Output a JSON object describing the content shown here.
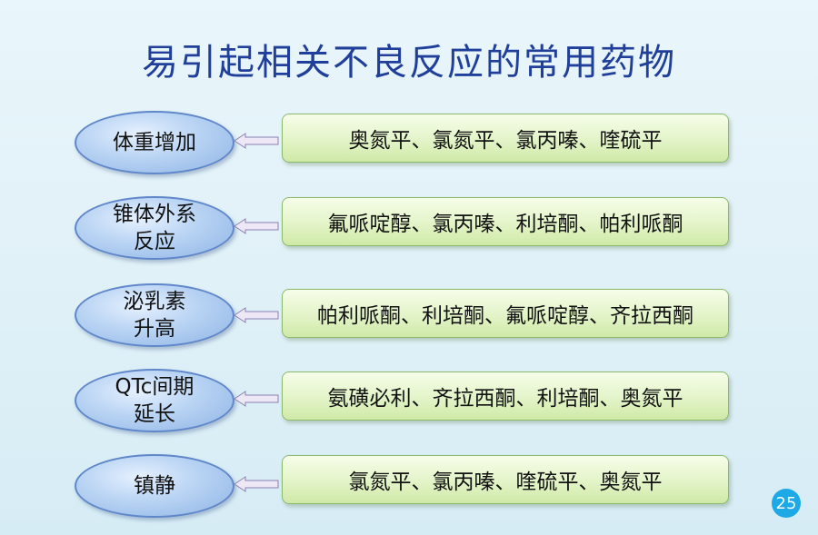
{
  "title": "易引起相关不良反应的常用药物",
  "rows": [
    {
      "effect": "体重增加",
      "drugs": "奥氮平、氯氮平、氯丙嗪、喹硫平"
    },
    {
      "effect_line1": "锥体外系",
      "effect_line2": "反应",
      "drugs": "氟哌啶醇、氯丙嗪、利培酮、帕利哌酮"
    },
    {
      "effect_line1": "泌乳素",
      "effect_line2": "升高",
      "drugs": "帕利哌酮、利培酮、氟哌啶醇、齐拉西酮"
    },
    {
      "effect_line1": "QTc间期",
      "effect_line2": "延长",
      "drugs": "氨磺必利、齐拉西酮、利培酮、奥氮平"
    },
    {
      "effect": "镇静",
      "drugs": "氯氮平、氯丙嗪、喹硫平、奥氮平"
    }
  ],
  "page_number": "25",
  "colors": {
    "title": "#1f3f9a",
    "ellipse_border": "#5f87c9",
    "box_border": "#8ab96b",
    "page_badge": "#1ca9e6"
  }
}
